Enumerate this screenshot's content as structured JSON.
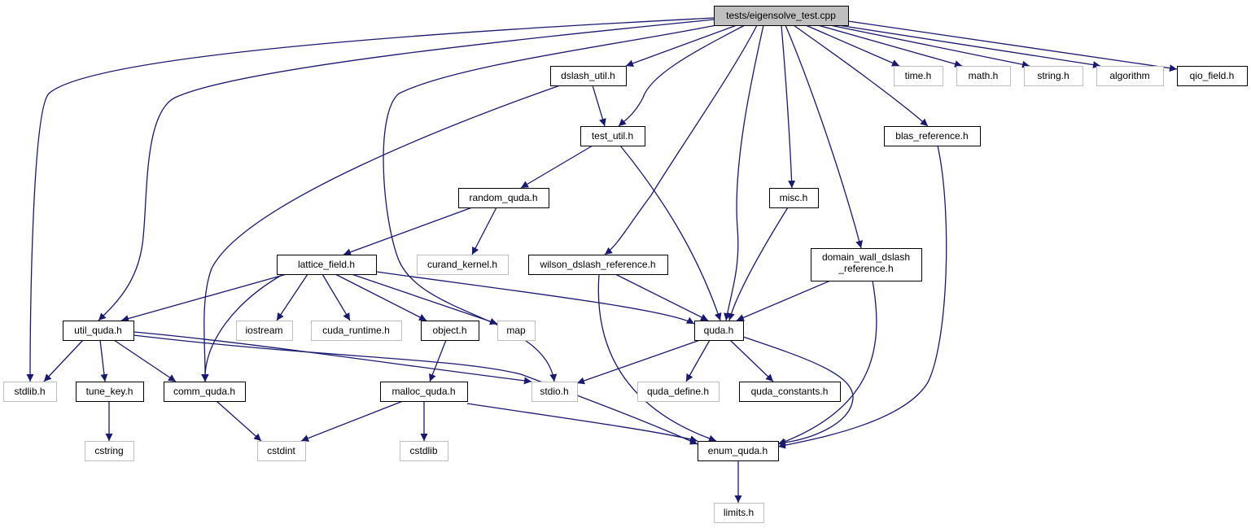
{
  "colors": {
    "edge": "#191970",
    "root_fill": "#bfbfbf",
    "box_border": "#000000",
    "ext_border": "#bfbfbf",
    "background": "#ffffff"
  },
  "nodes": {
    "eigensolve_test": {
      "label": "tests/eigensolve_test.cpp",
      "kind": "root"
    },
    "dslash_util": {
      "label": "dslash_util.h",
      "kind": "box"
    },
    "time": {
      "label": "time.h",
      "kind": "ext"
    },
    "math": {
      "label": "math.h",
      "kind": "ext"
    },
    "string": {
      "label": "string.h",
      "kind": "ext"
    },
    "algorithm": {
      "label": "algorithm",
      "kind": "ext"
    },
    "qio_field": {
      "label": "qio_field.h",
      "kind": "box"
    },
    "test_util": {
      "label": "test_util.h",
      "kind": "box"
    },
    "blas_reference": {
      "label": "blas_reference.h",
      "kind": "box"
    },
    "random_quda": {
      "label": "random_quda.h",
      "kind": "box"
    },
    "misc": {
      "label": "misc.h",
      "kind": "box"
    },
    "lattice_field": {
      "label": "lattice_field.h",
      "kind": "box"
    },
    "curand_kernel": {
      "label": "curand_kernel.h",
      "kind": "ext"
    },
    "wilson_dslash_reference": {
      "label": "wilson_dslash_reference.h",
      "kind": "box"
    },
    "domain_wall_dslash_reference": {
      "label": "domain_wall_dslash",
      "label2": "_reference.h",
      "kind": "box"
    },
    "util_quda": {
      "label": "util_quda.h",
      "kind": "box"
    },
    "iostream": {
      "label": "iostream",
      "kind": "ext"
    },
    "cuda_runtime": {
      "label": "cuda_runtime.h",
      "kind": "ext"
    },
    "object": {
      "label": "object.h",
      "kind": "box"
    },
    "map": {
      "label": "map",
      "kind": "ext"
    },
    "quda": {
      "label": "quda.h",
      "kind": "box"
    },
    "stdlib": {
      "label": "stdlib.h",
      "kind": "ext"
    },
    "tune_key": {
      "label": "tune_key.h",
      "kind": "box"
    },
    "comm_quda": {
      "label": "comm_quda.h",
      "kind": "box"
    },
    "malloc_quda": {
      "label": "malloc_quda.h",
      "kind": "box"
    },
    "stdio": {
      "label": "stdio.h",
      "kind": "ext"
    },
    "quda_define": {
      "label": "quda_define.h",
      "kind": "ext"
    },
    "quda_constants": {
      "label": "quda_constants.h",
      "kind": "box"
    },
    "cstring": {
      "label": "cstring",
      "kind": "ext"
    },
    "cstdint": {
      "label": "cstdint",
      "kind": "ext"
    },
    "cstdlib": {
      "label": "cstdlib",
      "kind": "ext"
    },
    "enum_quda": {
      "label": "enum_quda.h",
      "kind": "box"
    },
    "limits": {
      "label": "limits.h",
      "kind": "ext"
    }
  },
  "edges": [
    [
      "eigensolve_test",
      "dslash_util"
    ],
    [
      "eigensolve_test",
      "time"
    ],
    [
      "eigensolve_test",
      "math"
    ],
    [
      "eigensolve_test",
      "string"
    ],
    [
      "eigensolve_test",
      "algorithm"
    ],
    [
      "eigensolve_test",
      "qio_field"
    ],
    [
      "eigensolve_test",
      "test_util"
    ],
    [
      "eigensolve_test",
      "blas_reference"
    ],
    [
      "eigensolve_test",
      "misc"
    ],
    [
      "eigensolve_test",
      "wilson_dslash_reference"
    ],
    [
      "eigensolve_test",
      "domain_wall_dslash_reference"
    ],
    [
      "eigensolve_test",
      "quda"
    ],
    [
      "eigensolve_test",
      "util_quda"
    ],
    [
      "eigensolve_test",
      "stdlib"
    ],
    [
      "eigensolve_test",
      "stdio"
    ],
    [
      "dslash_util",
      "test_util"
    ],
    [
      "dslash_util",
      "comm_quda"
    ],
    [
      "test_util",
      "random_quda"
    ],
    [
      "test_util",
      "quda"
    ],
    [
      "random_quda",
      "lattice_field"
    ],
    [
      "random_quda",
      "curand_kernel"
    ],
    [
      "lattice_field",
      "util_quda"
    ],
    [
      "lattice_field",
      "comm_quda"
    ],
    [
      "lattice_field",
      "iostream"
    ],
    [
      "lattice_field",
      "cuda_runtime"
    ],
    [
      "lattice_field",
      "object"
    ],
    [
      "lattice_field",
      "map"
    ],
    [
      "lattice_field",
      "quda"
    ],
    [
      "misc",
      "quda"
    ],
    [
      "wilson_dslash_reference",
      "quda"
    ],
    [
      "wilson_dslash_reference",
      "enum_quda"
    ],
    [
      "domain_wall_dslash_reference",
      "quda"
    ],
    [
      "domain_wall_dslash_reference",
      "enum_quda"
    ],
    [
      "blas_reference",
      "enum_quda"
    ],
    [
      "util_quda",
      "stdlib"
    ],
    [
      "util_quda",
      "tune_key"
    ],
    [
      "util_quda",
      "comm_quda"
    ],
    [
      "util_quda",
      "stdio"
    ],
    [
      "util_quda",
      "enum_quda"
    ],
    [
      "object",
      "malloc_quda"
    ],
    [
      "quda",
      "stdio"
    ],
    [
      "quda",
      "quda_define"
    ],
    [
      "quda",
      "quda_constants"
    ],
    [
      "quda",
      "enum_quda"
    ],
    [
      "tune_key",
      "cstring"
    ],
    [
      "comm_quda",
      "cstdint"
    ],
    [
      "malloc_quda",
      "cstdint"
    ],
    [
      "malloc_quda",
      "cstdlib"
    ],
    [
      "malloc_quda",
      "enum_quda"
    ],
    [
      "enum_quda",
      "limits"
    ]
  ]
}
